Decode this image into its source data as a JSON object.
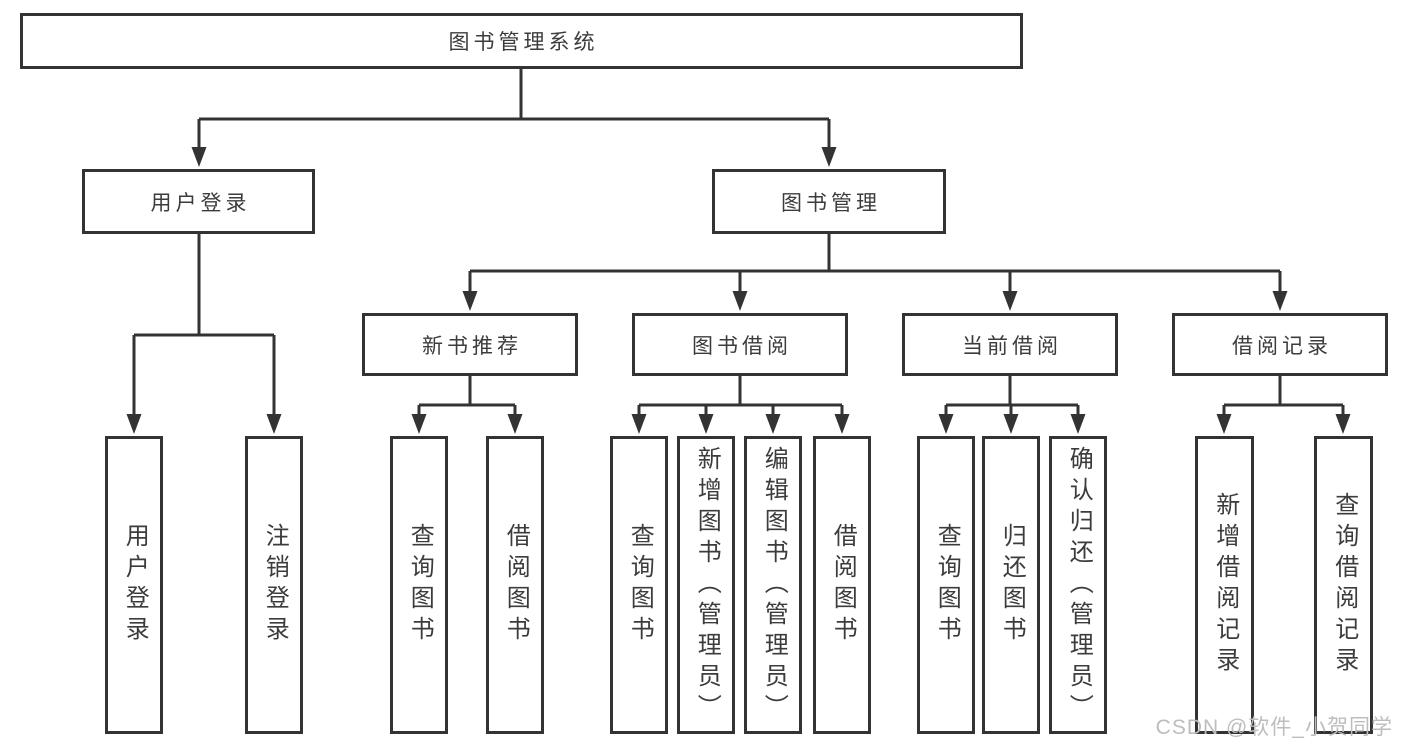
{
  "diagram": {
    "tree": {
      "label": "图书管理系统",
      "children": [
        {
          "label": "用户登录",
          "children": [
            {
              "label": "用户登录"
            },
            {
              "label": "注销登录"
            }
          ]
        },
        {
          "label": "图书管理",
          "children": [
            {
              "label": "新书推荐",
              "children": [
                {
                  "label": "查询图书"
                },
                {
                  "label": "借阅图书"
                }
              ]
            },
            {
              "label": "图书借阅",
              "children": [
                {
                  "label": "查询图书"
                },
                {
                  "label": "新增图书（管理员）"
                },
                {
                  "label": "编辑图书（管理员）"
                },
                {
                  "label": "借阅图书"
                }
              ]
            },
            {
              "label": "当前借阅",
              "children": [
                {
                  "label": "查询图书"
                },
                {
                  "label": "归还图书"
                },
                {
                  "label": "确认归还（管理员）"
                }
              ]
            },
            {
              "label": "借阅记录",
              "children": [
                {
                  "label": "新增借阅记录"
                },
                {
                  "label": "查询借阅记录"
                }
              ]
            }
          ]
        }
      ]
    },
    "colors": {
      "line": "#333333",
      "box_border": "#333333",
      "text": "#3c3c3c",
      "watermark": "#bdbdbd",
      "background": "#ffffff"
    }
  },
  "watermark": {
    "text": "CSDN @软件_小贺同学"
  }
}
